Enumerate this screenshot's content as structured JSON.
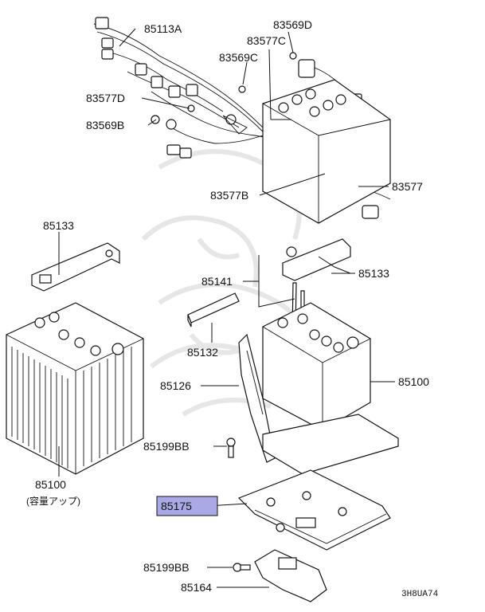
{
  "callouts": {
    "p85113A": "85113A",
    "p83569D": "83569D",
    "p83577C": "83577C",
    "p83569C": "83569C",
    "p83577D": "83577D",
    "p83569B": "83569B",
    "p83577": "83577",
    "p83577B": "83577B",
    "p85133_left": "85133",
    "p85133_right": "85133",
    "p85141": "85141",
    "p85132": "85132",
    "p85126": "85126",
    "p85100_right": "85100",
    "p85100_left": "85100",
    "p85100_note": "(容量アップ)",
    "p85199BB_top": "85199BB",
    "p85175": "85175",
    "p85199BB_bottom": "85199BB",
    "p85164": "85164"
  },
  "diagram_code": "3H8UA74",
  "highlight": {
    "part": "85175",
    "color": "#a9a9e6"
  },
  "colors": {
    "line": "#111111",
    "watermark": "#e6e6e6"
  }
}
